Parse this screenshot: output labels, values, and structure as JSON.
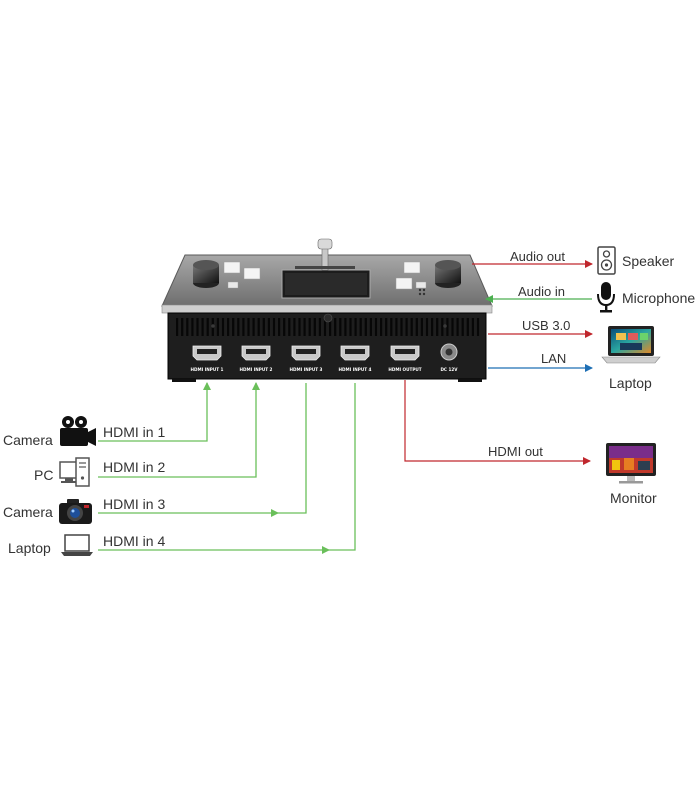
{
  "device": {
    "ports": [
      "HDMI INPUT 1",
      "HDMI INPUT 2",
      "HDMI INPUT 3",
      "HDMI INPUT 4",
      "HDMI OUTPUT",
      "DC 12V"
    ]
  },
  "inputs": [
    {
      "device": "Camera",
      "icon": "video-camera-icon",
      "link": "HDMI in 1"
    },
    {
      "device": "PC",
      "icon": "desktop-pc-icon",
      "link": "HDMI in 2"
    },
    {
      "device": "Camera",
      "icon": "photo-camera-icon",
      "link": "HDMI in 3"
    },
    {
      "device": "Laptop",
      "icon": "laptop-icon",
      "link": "HDMI in 4"
    }
  ],
  "outputs": [
    {
      "link": "Audio out",
      "device": "Speaker",
      "icon": "speaker-icon",
      "color": "#c0272d"
    },
    {
      "link": "Audio in",
      "device": "Microphone",
      "icon": "microphone-icon",
      "color": "#4caf50"
    },
    {
      "link": "USB 3.0",
      "device": "Laptop",
      "icon": "laptop-icon",
      "color": "#c0272d"
    },
    {
      "link": "LAN",
      "device": "",
      "icon": "",
      "color": "#1e6fb5"
    },
    {
      "link": "HDMI out",
      "device": "Monitor",
      "icon": "monitor-icon",
      "color": "#c0272d"
    }
  ],
  "colors": {
    "input_line": "#6abf5a",
    "red_line": "#c0272d",
    "green_line": "#4caf50",
    "blue_line": "#1e6fb5",
    "device_body": "#1e1e1e",
    "device_top": "#8a8a8a",
    "label": "#333333"
  }
}
